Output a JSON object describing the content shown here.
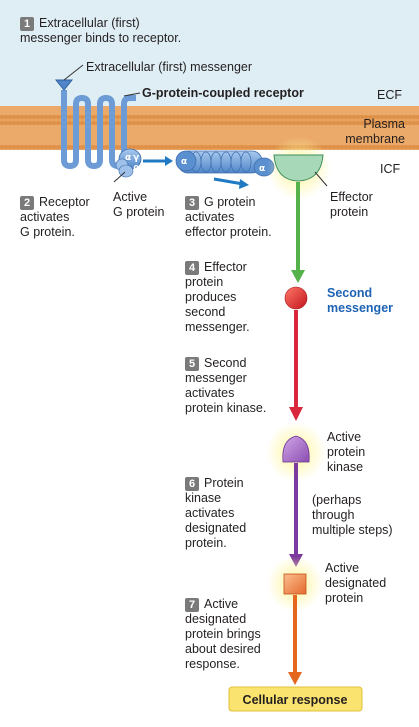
{
  "zones": {
    "ecf": "ECF",
    "membrane_line1": "Plasma",
    "membrane_line2": "membrane",
    "icf": "ICF"
  },
  "labels": {
    "extracellular_messenger": "Extracellular (first) messenger",
    "gpcr": "G-protein-coupled receptor",
    "active_g_line1": "Active",
    "active_g_line2": "G protein",
    "effector_line1": "Effector",
    "effector_line2": "protein",
    "second_messenger_line1": "Second",
    "second_messenger_line2": "messenger",
    "active_kinase_line1": "Active",
    "active_kinase_line2": "protein",
    "active_kinase_line3": "kinase",
    "perhaps_line1": "(perhaps",
    "perhaps_line2": "through",
    "perhaps_line3": "multiple steps)",
    "active_designated_line1": "Active",
    "active_designated_line2": "designated",
    "active_designated_line3": "protein",
    "cellular_response": "Cellular response"
  },
  "subunits": {
    "alpha": "α",
    "gamma": "γ",
    "beta": "β"
  },
  "steps": [
    {
      "num": "1",
      "lines": [
        "Extracellular (first)",
        "messenger binds to receptor."
      ]
    },
    {
      "num": "2",
      "lines": [
        "Receptor",
        "activates",
        "G protein."
      ]
    },
    {
      "num": "3",
      "lines": [
        "G protein",
        "activates",
        "effector protein."
      ]
    },
    {
      "num": "4",
      "lines": [
        "Effector",
        "protein",
        "produces",
        "second",
        "messenger."
      ]
    },
    {
      "num": "5",
      "lines": [
        "Second",
        "messenger",
        "activates",
        "protein kinase."
      ]
    },
    {
      "num": "6",
      "lines": [
        "Protein",
        "kinase",
        "activates",
        "designated",
        "protein."
      ]
    },
    {
      "num": "7",
      "lines": [
        "Active",
        "designated",
        "protein brings",
        "about desired",
        "response."
      ]
    }
  ],
  "colors": {
    "ecf_bg": "#dfeef5",
    "membrane": "#e7a25e",
    "receptor": "#7aa6dc",
    "g_protein": "#6c9fd9",
    "effector": "#a7d8b8",
    "green_arrow": "#55b24a",
    "second_messenger": "#e02424",
    "red_arrow": "#d9283b",
    "kinase": "#a877c6",
    "purple_arrow": "#7b3a9d",
    "designated": "#f28e5a",
    "orange_arrow": "#e5661d",
    "response_box": "#fbe36f",
    "label_blue": "#1f63b5"
  }
}
